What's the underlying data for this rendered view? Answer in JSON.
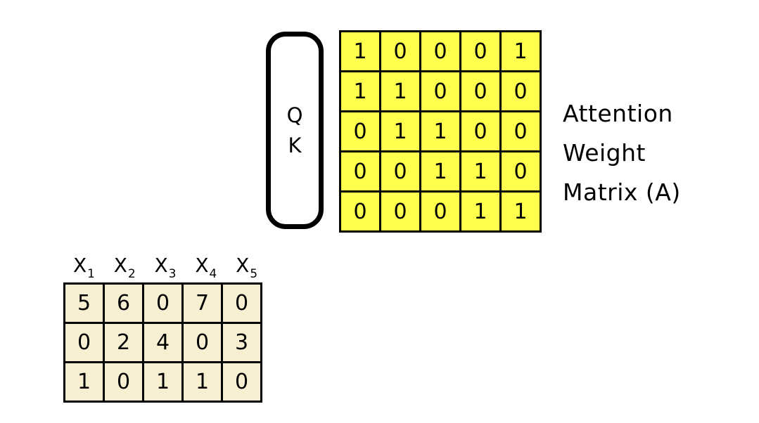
{
  "pill": {
    "labels": [
      "Q",
      "K"
    ]
  },
  "attention_matrix": {
    "label_lines": [
      "Attention",
      "Weight",
      "Matrix (A)"
    ],
    "rows": [
      [
        "1",
        "0",
        "0",
        "0",
        "1"
      ],
      [
        "1",
        "1",
        "0",
        "0",
        "0"
      ],
      [
        "0",
        "1",
        "1",
        "0",
        "0"
      ],
      [
        "0",
        "0",
        "1",
        "1",
        "0"
      ],
      [
        "0",
        "0",
        "0",
        "1",
        "1"
      ]
    ]
  },
  "input_matrix": {
    "headers": [
      {
        "base": "X",
        "sub": "1"
      },
      {
        "base": "X",
        "sub": "2"
      },
      {
        "base": "X",
        "sub": "3"
      },
      {
        "base": "X",
        "sub": "4"
      },
      {
        "base": "X",
        "sub": "5"
      }
    ],
    "rows": [
      [
        "5",
        "6",
        "0",
        "7",
        "0"
      ],
      [
        "0",
        "2",
        "4",
        "0",
        "3"
      ],
      [
        "1",
        "0",
        "1",
        "1",
        "0"
      ]
    ]
  },
  "colors": {
    "attention_cell": "#FFFF4D",
    "input_cell": "#F7EFD2",
    "border": "#000000",
    "background": "#FFFFFF"
  }
}
